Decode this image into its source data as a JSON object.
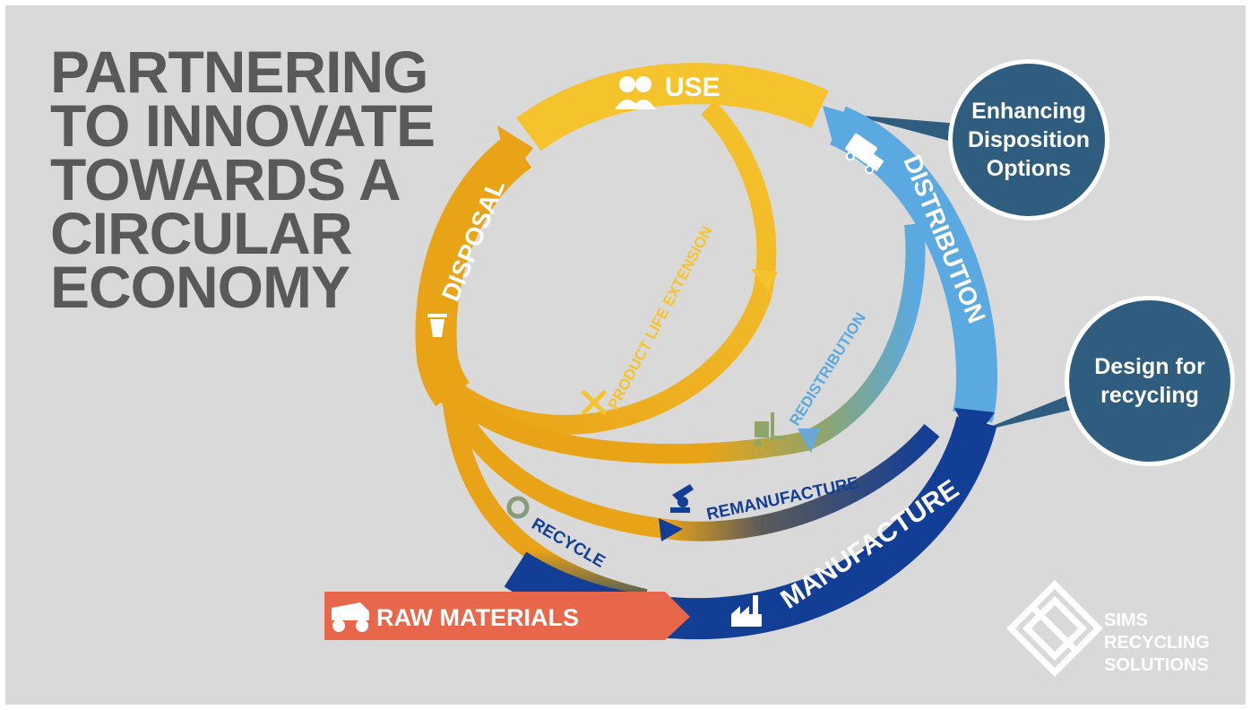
{
  "title": {
    "lines": [
      "PARTNERING",
      "TO INNOVATE",
      "TOWARDS A",
      "CIRCULAR",
      "ECONOMY"
    ]
  },
  "stages": {
    "use": "USE",
    "distribution": "DISTRIBUTION",
    "manufacture": "MANUFACTURE",
    "disposal": "DISPOSAL",
    "raw_materials": "RAW MATERIALS"
  },
  "loops": {
    "product_life_extension": "PRODUCT LIFE EXTENSION",
    "redistribution": "REDISTRIBUTION",
    "remanufacture": "REMANUFACTURE",
    "recycle": "RECYCLE"
  },
  "callouts": {
    "enhancing": [
      "Enhancing",
      "Disposition",
      "Options"
    ],
    "design": [
      "Design for",
      "recycling"
    ]
  },
  "logo": {
    "lines": [
      "SIMS",
      "RECYCLING",
      "SOLUTIONS"
    ]
  },
  "colors": {
    "use": "#f5c32c",
    "disposal": "#e8a317",
    "distribution": "#5aa9e0",
    "manufacture": "#123e96",
    "raw_materials": "#e8674a",
    "callout": "#2e5d80",
    "title": "#595959",
    "background": "#d9d9d9"
  },
  "icons": {
    "use": "users-icon",
    "distribution": "delivery-truck-icon",
    "manufacture": "factory-icon",
    "disposal": "trash-bin-icon",
    "raw_materials": "mining-truck-icon",
    "product_life_extension": "wrench-screwdriver-icon",
    "redistribution": "forklift-icon",
    "remanufacture": "robotic-arm-icon",
    "recycle": "recycle-icon"
  }
}
